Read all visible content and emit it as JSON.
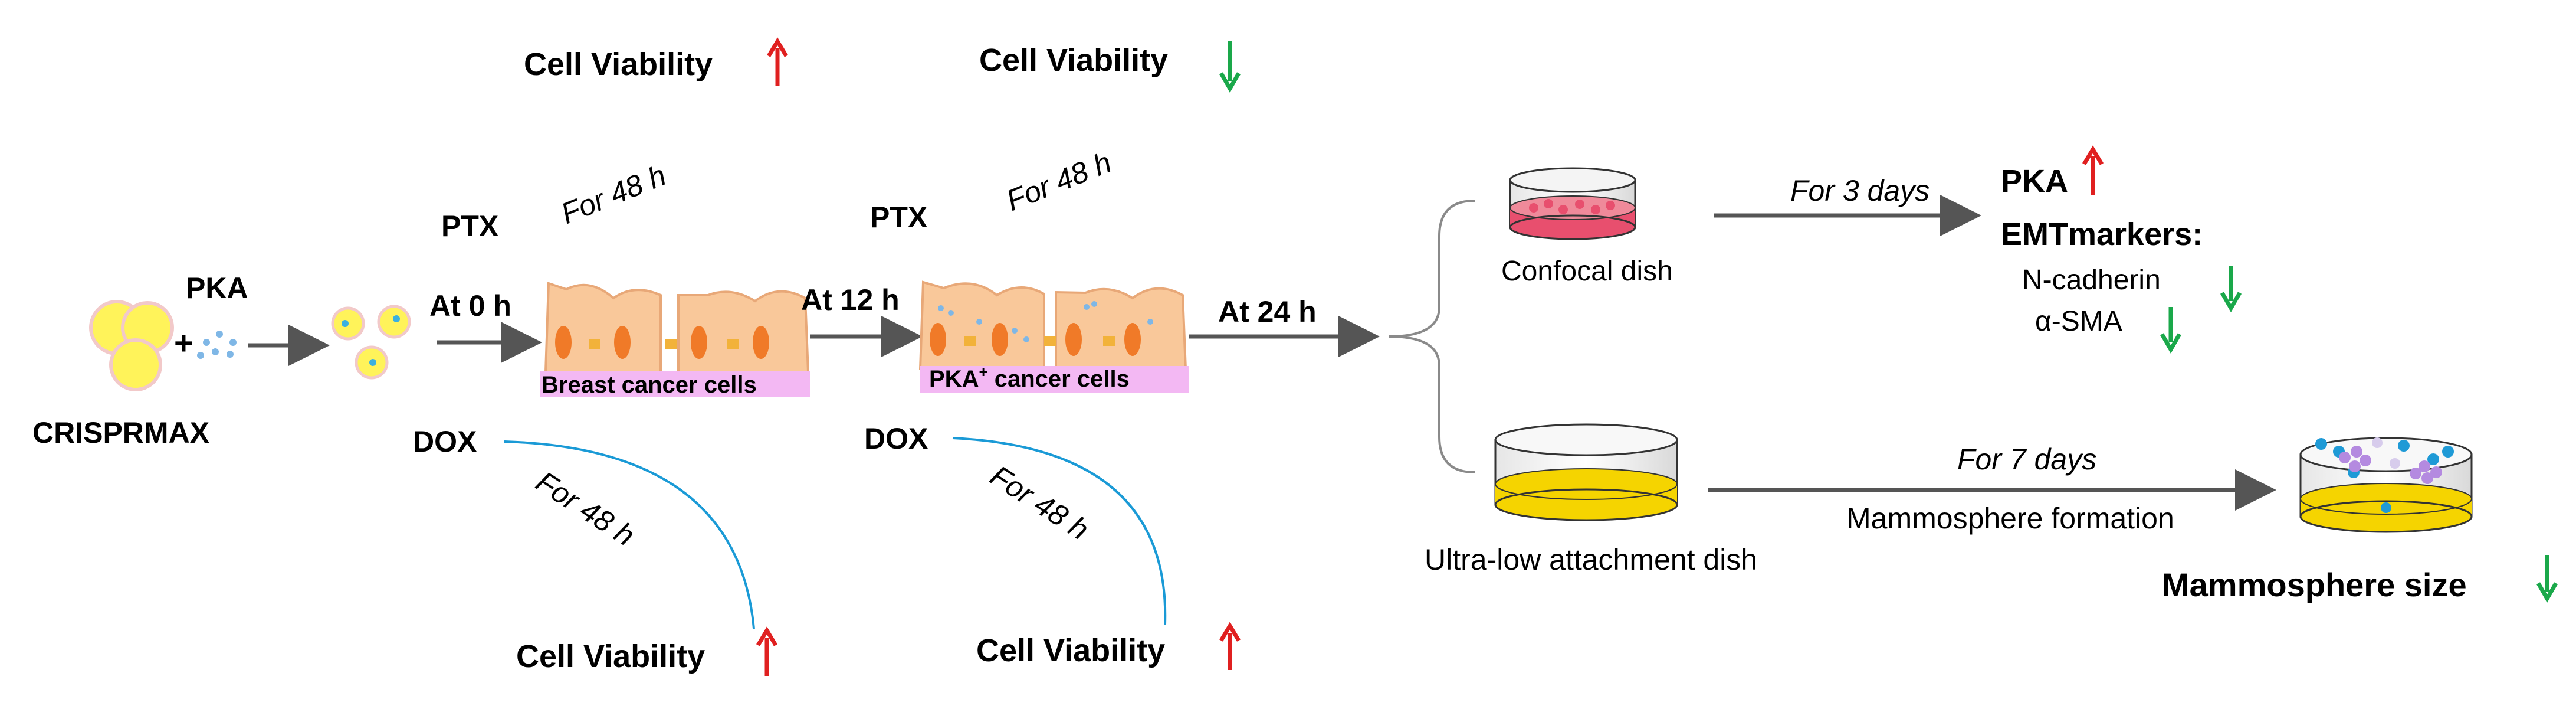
{
  "colors": {
    "red_arrow": "#e02020",
    "green_arrow": "#1aa84a",
    "blue_drug": "#1f3fd6",
    "green_drug": "#1a6b1a",
    "cell_fill": "#f9c89a",
    "nucleus": "#f07a28",
    "junction": "#f2b23a",
    "label_band": "#f3b8f3",
    "dox_curve": "#1a9ad6",
    "yellow": "#f5d400",
    "red_dish": "#e84f6e"
  },
  "left": {
    "crisprmax": "CRISPRMAX",
    "pka": "PKA",
    "plus": "+",
    "at0": "At 0 h",
    "at12": "At 12 h",
    "at24": "At 24 h",
    "ptx1": "PTX",
    "ptx2": "PTX",
    "dox1": "DOX",
    "dox2": "DOX",
    "for48_ptx1": "For 48 h",
    "for48_ptx2": "For 48 h",
    "for48_dox1": "For 48 h",
    "for48_dox2": "For 48 h",
    "viability_top1": "Cell Viability",
    "viability_top2": "Cell Viability",
    "viability_bot1": "Cell Viability",
    "viability_bot2": "Cell Viability",
    "breast_cells": "Breast cancer cells",
    "pka_cells_main": "PKA",
    "pka_cells_sup": "+",
    "pka_cells_tail": " cancer cells"
  },
  "right": {
    "confocal": "Confocal dish",
    "for3days": "For 3 days",
    "pka": "PKA",
    "emt": "EMTmarkers:",
    "ncad": "N-cadherin",
    "asma": "α-SMA",
    "ultralow": "Ultra-low  attachment dish",
    "for7days": "For 7 days",
    "mammo_formation": "Mammosphere formation",
    "mammo_size": "Mammosphere size"
  }
}
